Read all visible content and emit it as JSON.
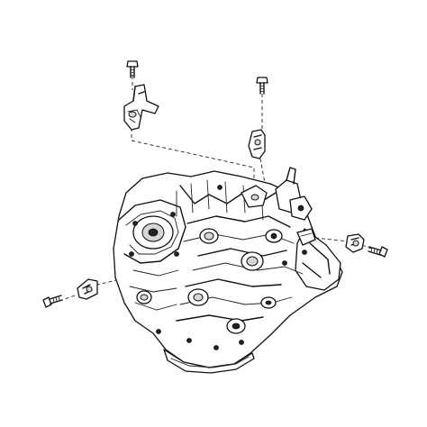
{
  "diagram": {
    "parts": [
      {
        "id": "bracket-left",
        "icon": "bracket-icon"
      },
      {
        "id": "bracket-right",
        "icon": "bracket-icon"
      },
      {
        "id": "clamp-left",
        "icon": "clamp-icon"
      },
      {
        "id": "clamp-right",
        "icon": "clamp-icon"
      },
      {
        "id": "bolts",
        "icon": "bolt-icon",
        "count": 4
      },
      {
        "id": "transaxle",
        "icon": "transmission-icon"
      }
    ],
    "colors": {
      "line": "#111111",
      "background": "#ffffff",
      "shade": "#d6d6d6"
    }
  }
}
